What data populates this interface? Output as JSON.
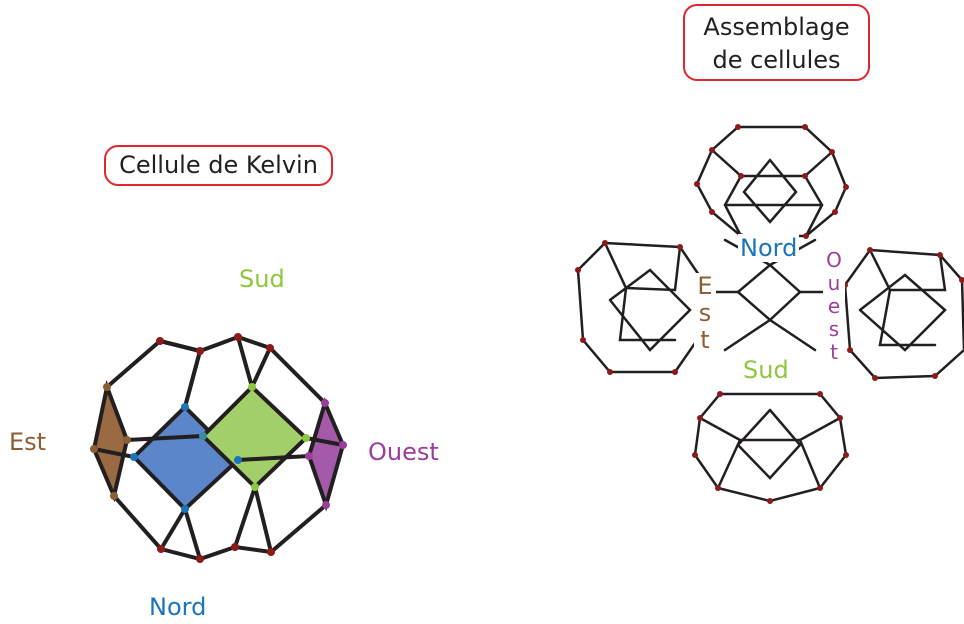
{
  "kelvin": {
    "title": "Cellule de Kelvin",
    "labels": {
      "sud": "Sud",
      "est": "Est",
      "ouest": "Ouest",
      "nord": "Nord"
    }
  },
  "assembly": {
    "title_line1": "Assemblage",
    "title_line2": "de cellules",
    "labels": {
      "nord": "Nord",
      "sud": "Sud",
      "est_letters": [
        "E",
        "s",
        "t"
      ],
      "ouest_letters": [
        "O",
        "u",
        "e",
        "s",
        "t"
      ]
    }
  },
  "colors": {
    "sud": "#8dc63f",
    "est": "#8b5e34",
    "ouest": "#9b3d9b",
    "nord": "#1b75bc",
    "box_border": "#e0262e",
    "edge": "#231f20",
    "vertex": "#8b1a1a",
    "north_face": "#5b86c9",
    "south_face": "#a3cf6a",
    "east_face": "#9a6a43",
    "west_face": "#a45aa8"
  }
}
